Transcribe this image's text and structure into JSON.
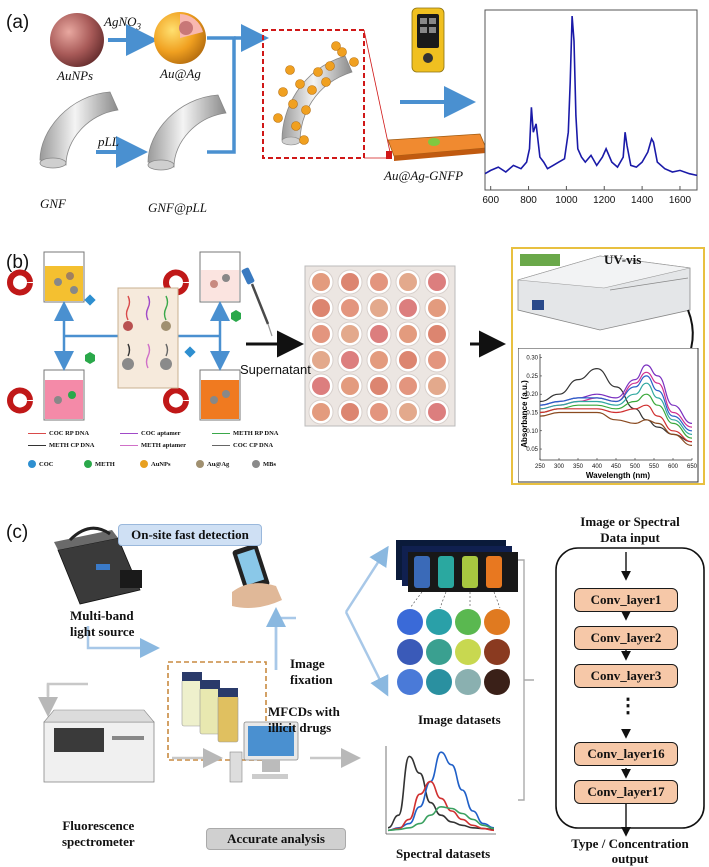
{
  "panels": {
    "a": "(a)",
    "b": "(b)",
    "c": "(c)"
  },
  "panel_a": {
    "reagent": "AgNO",
    "reagent_sub": "3",
    "aunps": "AuNPs",
    "au_ag": "Au@Ag",
    "pll": "pLL",
    "gnf": "GNF",
    "gnf_pll": "GNF@pLL",
    "product": "Au@Ag-GNFP"
  },
  "panel_b": {
    "supernatant": "Supernatant",
    "uvvis": "UV-vis",
    "legend": [
      {
        "label": "COC RP DNA",
        "color": "#d94a4a"
      },
      {
        "label": "COC aptamer",
        "color": "#a04ac8"
      },
      {
        "label": "METH RP DNA",
        "color": "#3aa84a"
      },
      {
        "label": "METH CP DNA",
        "color": "#333333"
      },
      {
        "label": "METH aptamer",
        "color": "#d070c8"
      },
      {
        "label": "COC CP DNA",
        "color": "#666666"
      }
    ],
    "legend2": [
      {
        "label": "COC",
        "color": "#2e8fd0"
      },
      {
        "label": "METH",
        "color": "#2aa84a"
      },
      {
        "label": "AuNPs",
        "color": "#e8a020"
      },
      {
        "label": "Au@Ag",
        "color": "#a09070"
      },
      {
        "label": "MBs",
        "color": "#8a8a8a"
      }
    ]
  },
  "panel_c": {
    "onsite": "On-site fast detection",
    "light_source_1": "Multi-band",
    "light_source_2": "light source",
    "image_fix_1": "Image",
    "image_fix_2": "fixation",
    "mfcd_1": "MFCDs with",
    "mfcd_2": "illicit drugs",
    "image_datasets": "Image datasets",
    "fluor_1": "Fluorescence",
    "fluor_2": "spectrometer",
    "accurate": "Accurate analysis",
    "spectral_datasets": "Spectral datasets",
    "cnn_input_1": "Image or Spectral",
    "cnn_input_2": "Data input",
    "layers": [
      "Conv_layer1",
      "Conv_layer2",
      "Conv_layer3",
      "Conv_layer16",
      "Conv_layer17"
    ],
    "ellipsis": "⋮",
    "cnn_output_1": "Type / Concentration",
    "cnn_output_2": "output"
  },
  "colors": {
    "arrow_blue": "#4a90d0",
    "spectrum_line": "#1a1aa8",
    "cnn_box": "#f6c8a8",
    "frame_yellow": "#e8c040",
    "dash_red": "#d01818",
    "dash_orange": "#c88a40"
  },
  "chart_data": [
    {
      "type": "line",
      "x_ticks": [
        "600",
        "800",
        "1000",
        "1200",
        "1400",
        "1600"
      ],
      "xlim": [
        570,
        1690
      ],
      "series": [
        {
          "x": [
            570,
            600,
            640,
            680,
            720,
            760,
            790,
            805,
            815,
            825,
            840,
            860,
            880,
            900,
            930,
            960,
            990,
            1010,
            1020,
            1030,
            1040,
            1050,
            1060,
            1080,
            1100,
            1130,
            1160,
            1190,
            1210,
            1240,
            1270,
            1300,
            1310,
            1320,
            1340,
            1370,
            1400,
            1430,
            1450,
            1460,
            1480,
            1520,
            1560,
            1600,
            1650,
            1690
          ],
          "y": [
            0.05,
            0.07,
            0.09,
            0.06,
            0.1,
            0.08,
            0.12,
            0.2,
            0.45,
            0.3,
            0.35,
            0.15,
            0.12,
            0.08,
            0.1,
            0.12,
            0.14,
            0.3,
            0.6,
            1.0,
            0.85,
            0.4,
            0.2,
            0.15,
            0.12,
            0.16,
            0.1,
            0.15,
            0.2,
            0.12,
            0.09,
            0.15,
            0.3,
            0.22,
            0.1,
            0.09,
            0.12,
            0.18,
            0.26,
            0.24,
            0.12,
            0.08,
            0.06,
            0.07,
            0.05,
            0.04
          ]
        }
      ]
    },
    {
      "type": "line",
      "xlabel": "Wavelength (nm)",
      "ylabel": "Absorbance (a.u.)",
      "x_ticks": [
        "250",
        "300",
        "350",
        "400",
        "450",
        "500",
        "550",
        "600",
        "650"
      ],
      "y_ticks": [
        "0.30",
        "0.25",
        "0.20",
        "0.15",
        "0.10",
        "0.05"
      ],
      "xlim": [
        250,
        650
      ],
      "ylim": [
        0.02,
        0.31
      ],
      "series": [
        {
          "color": "#333333",
          "x": [
            250,
            300,
            350,
            400,
            450,
            500,
            530,
            560,
            600,
            650
          ],
          "y": [
            0.18,
            0.2,
            0.24,
            0.27,
            0.22,
            0.16,
            0.13,
            0.11,
            0.09,
            0.07
          ]
        },
        {
          "color": "#7a30c0",
          "x": [
            250,
            300,
            350,
            400,
            450,
            500,
            530,
            560,
            600,
            650
          ],
          "y": [
            0.17,
            0.18,
            0.19,
            0.2,
            0.19,
            0.24,
            0.28,
            0.25,
            0.17,
            0.12
          ]
        },
        {
          "color": "#d03090",
          "x": [
            250,
            300,
            350,
            400,
            450,
            500,
            530,
            560,
            600,
            650
          ],
          "y": [
            0.16,
            0.17,
            0.18,
            0.19,
            0.18,
            0.23,
            0.26,
            0.23,
            0.15,
            0.11
          ]
        },
        {
          "color": "#2a60c8",
          "x": [
            250,
            300,
            350,
            400,
            450,
            500,
            530,
            560,
            600,
            650
          ],
          "y": [
            0.17,
            0.18,
            0.19,
            0.19,
            0.18,
            0.22,
            0.25,
            0.21,
            0.14,
            0.1
          ]
        },
        {
          "color": "#30a8a0",
          "x": [
            250,
            300,
            350,
            400,
            450,
            500,
            530,
            560,
            600,
            650
          ],
          "y": [
            0.16,
            0.17,
            0.18,
            0.18,
            0.17,
            0.2,
            0.23,
            0.19,
            0.13,
            0.09
          ]
        },
        {
          "color": "#3aa83a",
          "x": [
            250,
            300,
            350,
            400,
            450,
            500,
            530,
            560,
            600,
            650
          ],
          "y": [
            0.15,
            0.16,
            0.17,
            0.17,
            0.16,
            0.18,
            0.2,
            0.17,
            0.12,
            0.08
          ]
        },
        {
          "color": "#d03030",
          "x": [
            250,
            300,
            350,
            400,
            450,
            500,
            530,
            560,
            600,
            650
          ],
          "y": [
            0.15,
            0.16,
            0.16,
            0.16,
            0.15,
            0.16,
            0.17,
            0.14,
            0.1,
            0.07
          ]
        },
        {
          "color": "#8a4a20",
          "x": [
            250,
            300,
            350,
            400,
            450,
            500,
            530,
            560,
            600,
            650
          ],
          "y": [
            0.14,
            0.15,
            0.15,
            0.15,
            0.13,
            0.12,
            0.13,
            0.12,
            0.09,
            0.06
          ]
        }
      ]
    },
    {
      "type": "line",
      "series": [
        {
          "color": "#333333",
          "x": [
            0,
            10,
            20,
            30,
            40,
            50,
            60,
            70,
            80,
            90,
            100
          ],
          "y": [
            0.05,
            0.2,
            0.9,
            0.7,
            0.35,
            0.2,
            0.12,
            0.08,
            0.05,
            0.04,
            0.03
          ]
        },
        {
          "color": "#2060c8",
          "x": [
            0,
            10,
            20,
            30,
            40,
            50,
            60,
            70,
            80,
            90,
            100
          ],
          "y": [
            0.02,
            0.05,
            0.1,
            0.3,
            0.6,
            0.95,
            0.8,
            0.5,
            0.25,
            0.1,
            0.05
          ]
        },
        {
          "color": "#d03030",
          "x": [
            0,
            10,
            20,
            30,
            40,
            50,
            60,
            70,
            80,
            90,
            100
          ],
          "y": [
            0.02,
            0.04,
            0.15,
            0.45,
            0.6,
            0.4,
            0.25,
            0.15,
            0.08,
            0.04,
            0.02
          ]
        },
        {
          "color": "#3aa060",
          "x": [
            0,
            10,
            20,
            30,
            40,
            50,
            60,
            70,
            80,
            90,
            100
          ],
          "y": [
            0.02,
            0.03,
            0.05,
            0.1,
            0.2,
            0.3,
            0.28,
            0.22,
            0.15,
            0.08,
            0.04
          ]
        }
      ]
    }
  ]
}
